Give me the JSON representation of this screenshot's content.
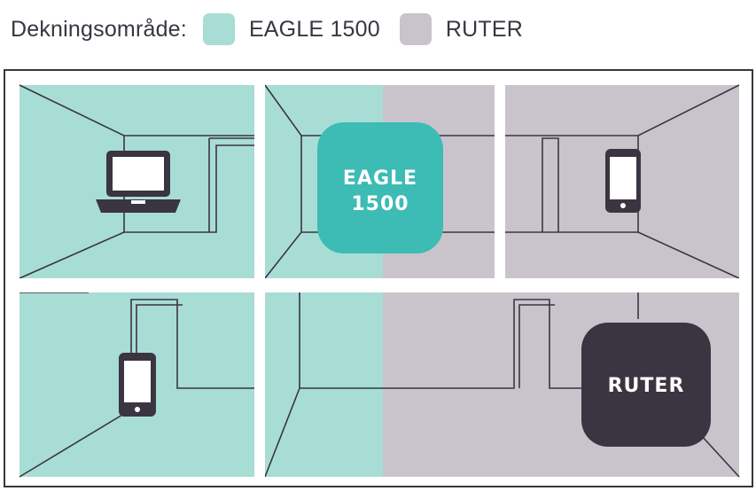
{
  "legend": {
    "title": "Dekningsområde:",
    "items": [
      {
        "label": "EAGLE 1500",
        "color": "#a8ddd6"
      },
      {
        "label": "RUTER",
        "color": "#c9c4cc"
      }
    ]
  },
  "devices": {
    "eagle": {
      "line1": "EAGLE",
      "line2": "1500",
      "color": "#3dbbb5"
    },
    "ruter": {
      "label": "RUTER",
      "color": "#3a3540"
    }
  },
  "icons": [
    "laptop-icon",
    "phone-icon",
    "phone-icon"
  ],
  "colors": {
    "line": "#3a3540",
    "divider": "#ffffff"
  }
}
